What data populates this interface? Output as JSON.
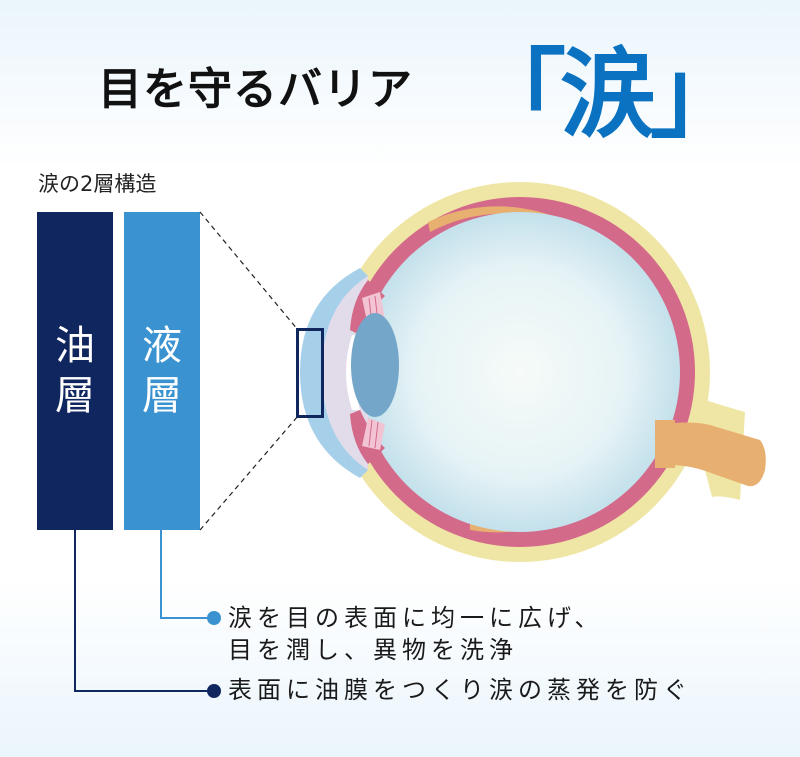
{
  "header": {
    "title": "目を守るバリア",
    "title_accent": "「涙」"
  },
  "structure": {
    "subtitle": "涙の2層構造",
    "layers": [
      {
        "name": "oil",
        "line1": "油",
        "line2": "層",
        "color": "#10265f"
      },
      {
        "name": "liquid",
        "line1": "液",
        "line2": "層",
        "color": "#3a93d0"
      }
    ]
  },
  "descriptions": {
    "liquid_line1": "涙を目の表面に均一に広げ、",
    "liquid_line2": "目を潤し、異物を洗浄",
    "oil_line1": "表面に油膜をつくり涙の蒸発を防ぐ"
  },
  "colors": {
    "accent_blue": "#0a72c0",
    "oil_navy": "#10265f",
    "liquid_blue": "#3a93d0",
    "sclera_yellow": "#efe6a6",
    "choroid_pink": "#d46a8a",
    "retina_orange": "#e8b070",
    "cornea_blue": "#a6d0ea",
    "lens_blue": "#74a6ca",
    "vitreous": "#dff0f6"
  },
  "diagram": {
    "type": "eye-cross-section",
    "highlight": "cornea-tear-film"
  }
}
